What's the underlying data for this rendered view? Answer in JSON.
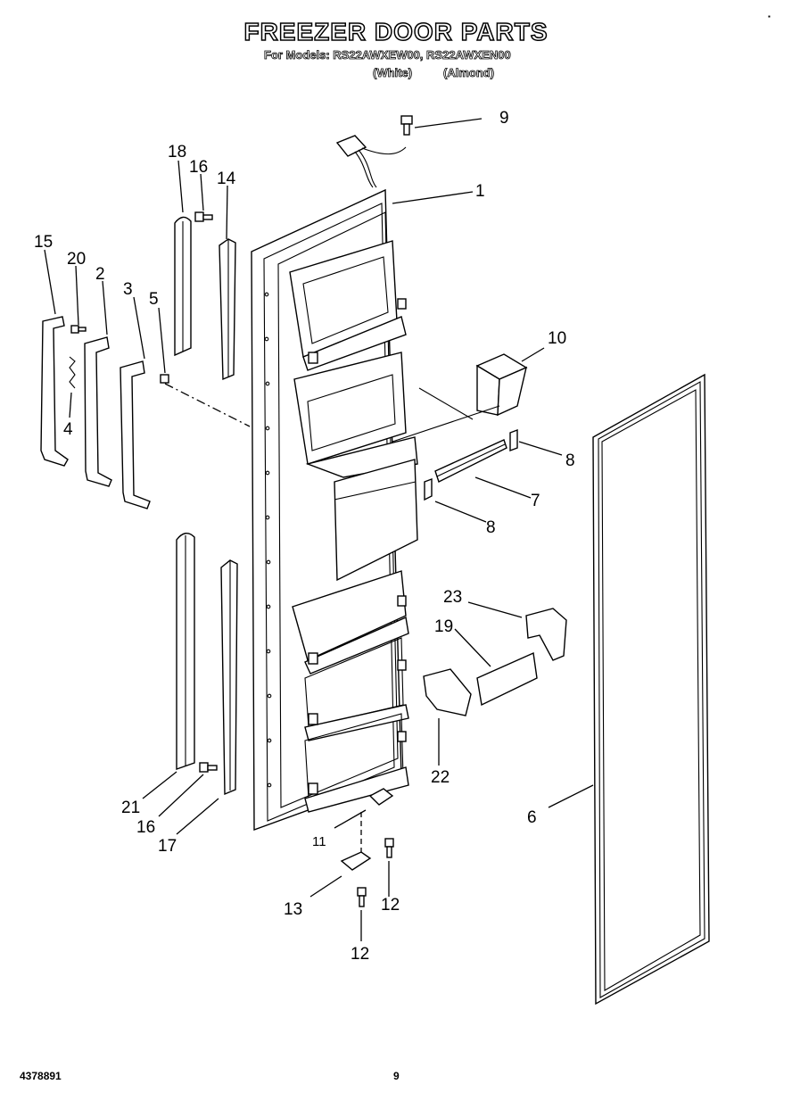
{
  "title": "FREEZER DOOR PARTS",
  "subtitle": "For Models: RS22AWXEW00, RS22AWXEN00",
  "variants": {
    "white": "(White)",
    "almond": "(Almond)"
  },
  "corner_mark": "▪",
  "document_number": "4378891",
  "page_number": "9",
  "callouts": {
    "c1": "1",
    "c2": "2",
    "c3": "3",
    "c4": "4",
    "c5": "5",
    "c6": "6",
    "c7": "7",
    "c8a": "8",
    "c8b": "8",
    "c9": "9",
    "c10": "10",
    "c11": "11",
    "c12a": "12",
    "c12b": "12",
    "c13": "13",
    "c14": "14",
    "c15": "15",
    "c16a": "16",
    "c16b": "16",
    "c17": "17",
    "c18": "18",
    "c19": "19",
    "c20": "20",
    "c21": "21",
    "c22": "22",
    "c23": "23"
  }
}
